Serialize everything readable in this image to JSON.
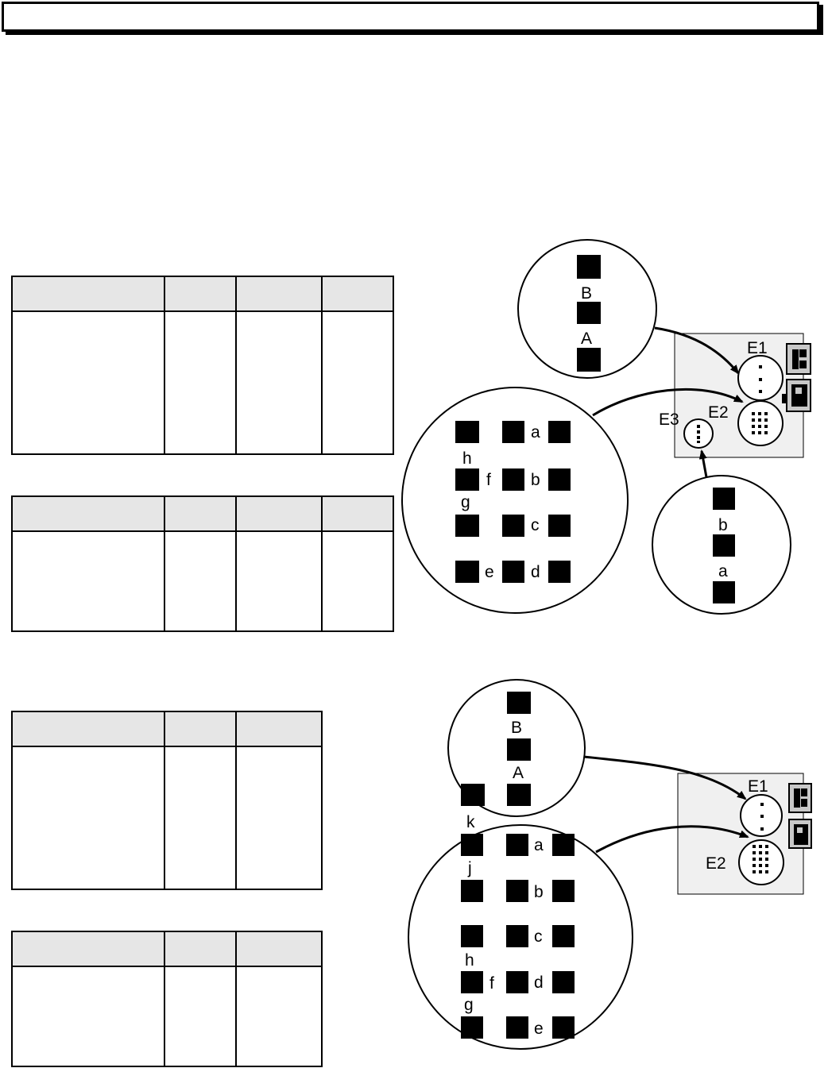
{
  "labels": {
    "top": {
      "E1": "E1",
      "E2": "E2",
      "E3": "E3",
      "B": "B",
      "A": "A",
      "a": "a",
      "b": "b",
      "c": "c",
      "d": "d",
      "e": "e",
      "f": "f",
      "g": "g",
      "h": "h",
      "b_small": "b",
      "a_small": "a"
    },
    "bottom": {
      "E1": "E1",
      "E2": "E2",
      "B": "B",
      "A": "A",
      "k": "k",
      "j": "j",
      "a": "a",
      "b": "b",
      "c": "c",
      "d": "d",
      "e": "e",
      "f": "f",
      "g": "g",
      "h": "h"
    }
  },
  "colors": {
    "ink": "#000000",
    "panel": "#f0f0f0",
    "header": "#e6e6e6",
    "plug": "#c8c8c8"
  }
}
